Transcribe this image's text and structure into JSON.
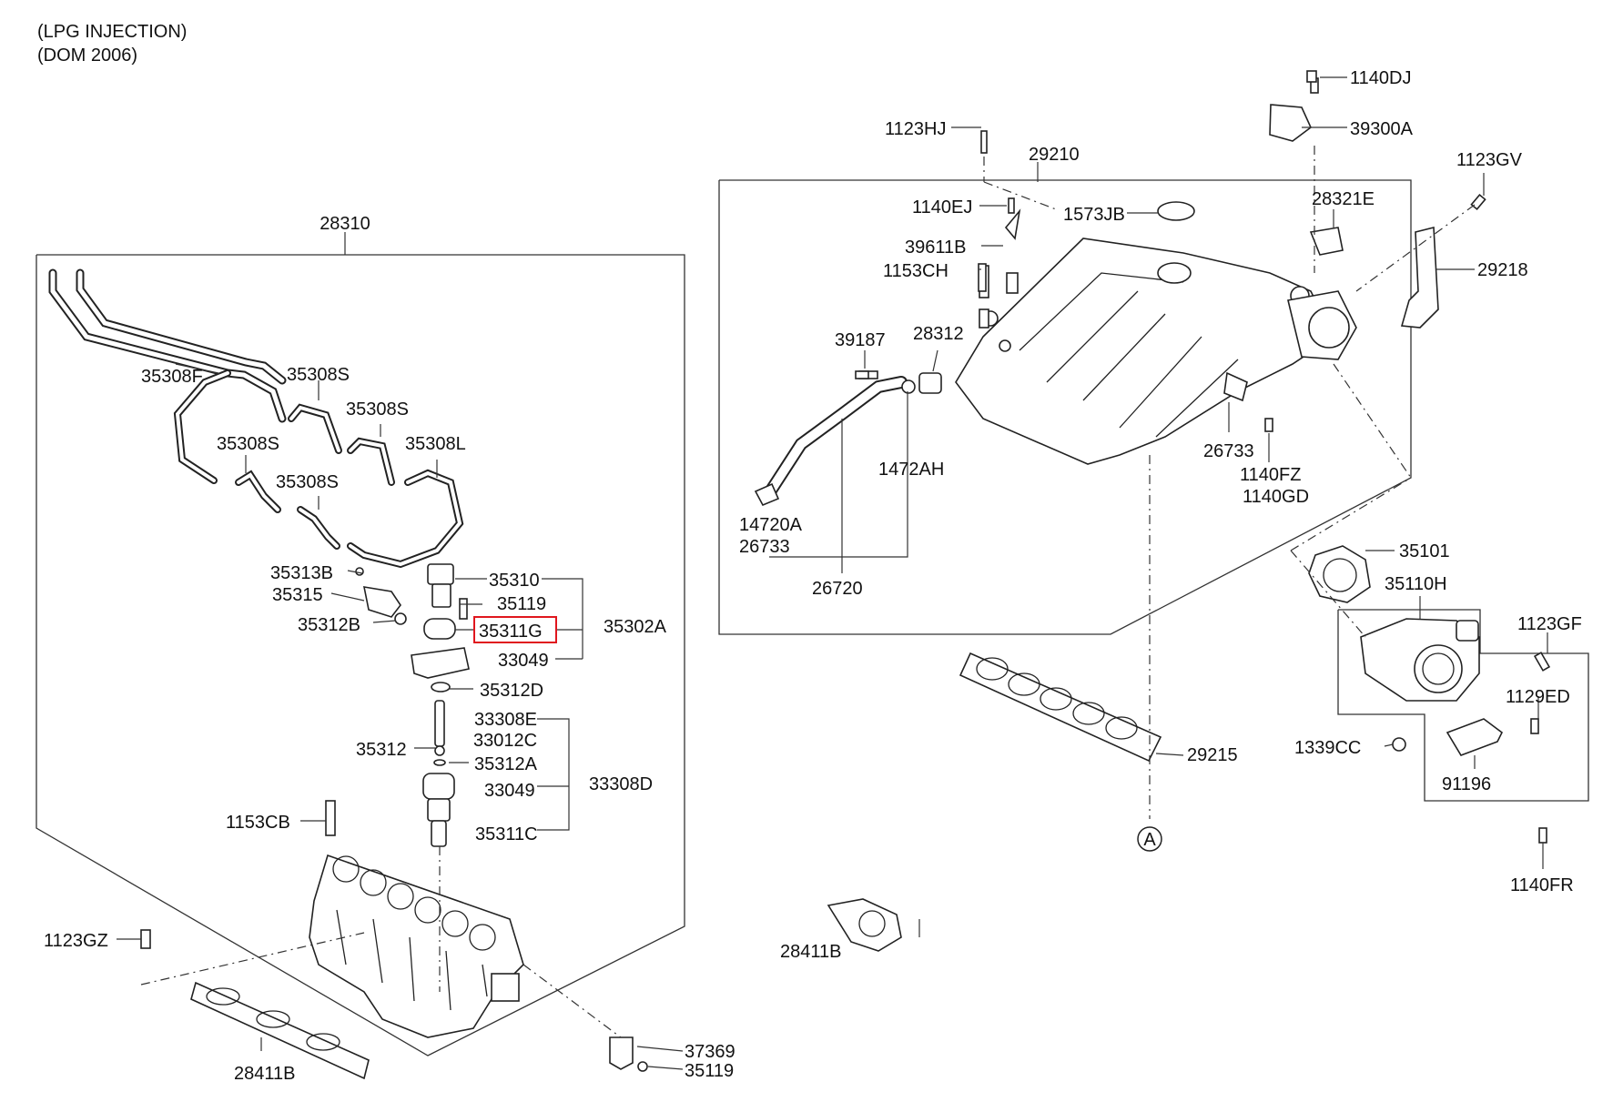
{
  "header": {
    "line1": "(LPG INJECTION)",
    "line2": "(DOM 2006)"
  },
  "highlight_color": "#e0161e",
  "callouts": {
    "c28310": "28310",
    "c35308F": "35308F",
    "c35308S_a": "35308S",
    "c35308S_b": "35308S",
    "c35308S_c": "35308S",
    "c35308S_d": "35308S",
    "c35308L": "35308L",
    "c35313B": "35313B",
    "c35315": "35315",
    "c35312B": "35312B",
    "c35310": "35310",
    "c35119_a": "35119",
    "c35311G": "35311G",
    "c35302A": "35302A",
    "c33049_a": "33049",
    "c35312D": "35312D",
    "c33308E": "33308E",
    "c33012C": "33012C",
    "c35312": "35312",
    "c35312A": "35312A",
    "c33308D": "33308D",
    "c33049_b": "33049",
    "c35311C": "35311C",
    "c1153CB": "1153CB",
    "c1123GZ": "1123GZ",
    "c28411B_a": "28411B",
    "c37369": "37369",
    "c35119_b": "35119",
    "c28411B_b": "28411B",
    "c1123HJ": "1123HJ",
    "c29210": "29210",
    "c1140DJ": "1140DJ",
    "c39300A": "39300A",
    "c1123GV": "1123GV",
    "c1140EJ": "1140EJ",
    "c1573JB": "1573JB",
    "c28321E": "28321E",
    "c39611B": "39611B",
    "c1153CH": "1153CH",
    "c29218": "29218",
    "c39187": "39187",
    "c28312": "28312",
    "c26733_a": "26733",
    "c1140FZ": "1140FZ",
    "c1140GD": "1140GD",
    "c1472AH": "1472AH",
    "c14720A": "14720A",
    "c26733_b": "26733",
    "c26720": "26720",
    "c35101": "35101",
    "c35110H": "35110H",
    "c1123GF": "1123GF",
    "c1129ED": "1129ED",
    "c1339CC": "1339CC",
    "c91196": "91196",
    "c29215": "29215",
    "c1140FR": "1140FR",
    "cA": "A"
  }
}
